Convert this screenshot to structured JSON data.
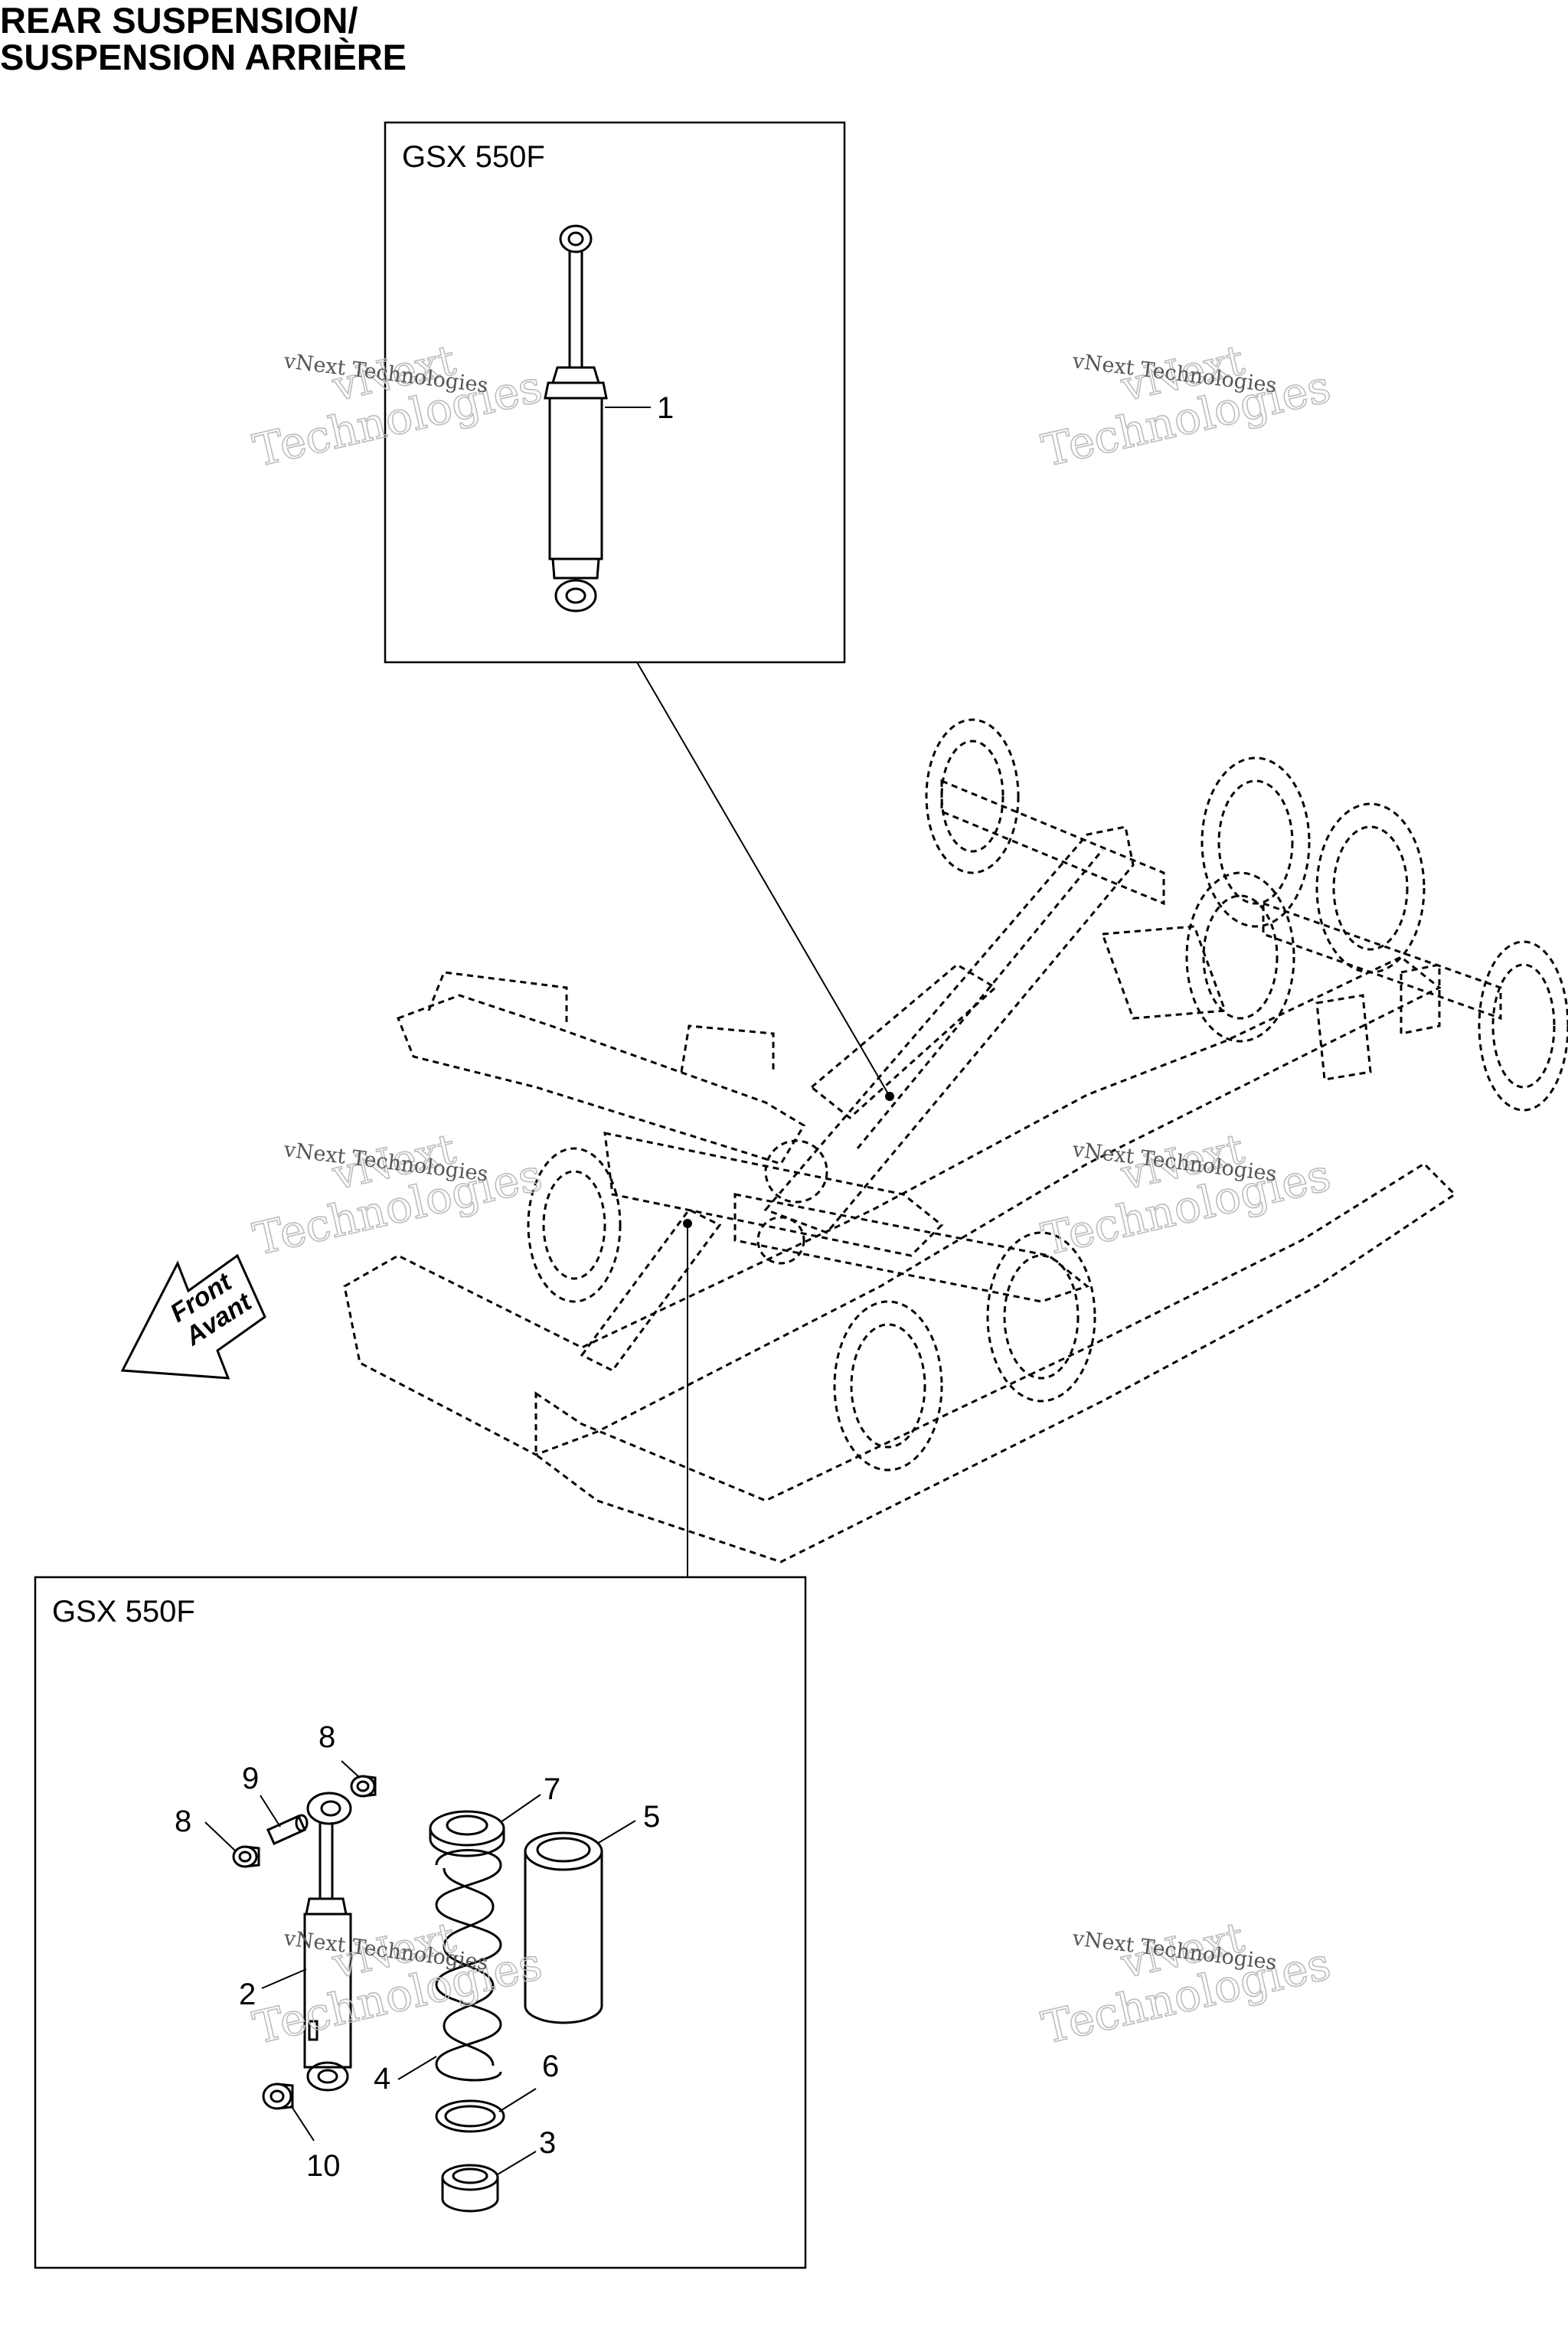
{
  "title": {
    "line1": "REAR SUSPENSION/",
    "line2": "SUSPENSION ARRIÈRE"
  },
  "top_box": {
    "model_label": "GSX 550F",
    "callouts": [
      {
        "id": "c1",
        "text": "1"
      }
    ]
  },
  "bottom_box": {
    "model_label": "GSX 550F",
    "callouts": [
      {
        "id": "c8a",
        "text": "8"
      },
      {
        "id": "c9",
        "text": "9"
      },
      {
        "id": "c8b",
        "text": "8"
      },
      {
        "id": "c7",
        "text": "7"
      },
      {
        "id": "c5",
        "text": "5"
      },
      {
        "id": "c2",
        "text": "2"
      },
      {
        "id": "c4",
        "text": "4"
      },
      {
        "id": "c6",
        "text": "6"
      },
      {
        "id": "c3",
        "text": "3"
      },
      {
        "id": "c10",
        "text": "10"
      }
    ]
  },
  "direction_arrow": {
    "line1": "Front",
    "line2": "Avant"
  },
  "watermark": {
    "big_line1": "vNext",
    "big_line2": "Technologies",
    "small": "vNext Technologies"
  }
}
